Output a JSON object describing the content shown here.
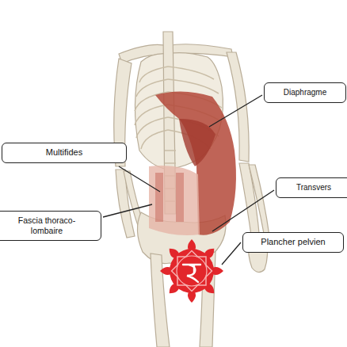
{
  "diagram": {
    "nodes": [
      {
        "text": [
          "Diaphragme"
        ]
      },
      {
        "text": [
          "Multifides"
        ]
      },
      {
        "text": [
          "Transvers"
        ]
      },
      {
        "text": [
          "Fascia thoraco-lombaire"
        ]
      },
      {
        "text": [
          "Plancher pelvien"
        ]
      }
    ]
  }
}
